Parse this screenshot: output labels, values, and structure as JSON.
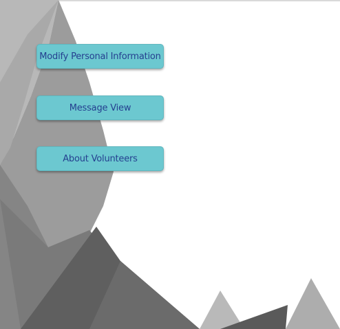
{
  "menu": {
    "items": [
      {
        "label": "Modify Personal Information"
      },
      {
        "label": "Message View"
      },
      {
        "label": "About Volunteers"
      }
    ]
  },
  "colors": {
    "button_fill": "#6cc8d0",
    "button_text": "#243f8f",
    "background": "#ffffff",
    "mountain_light": "#b3b3b3",
    "mountain_mid": "#8c8c8c",
    "mountain_dark": "#5f5f5f"
  }
}
